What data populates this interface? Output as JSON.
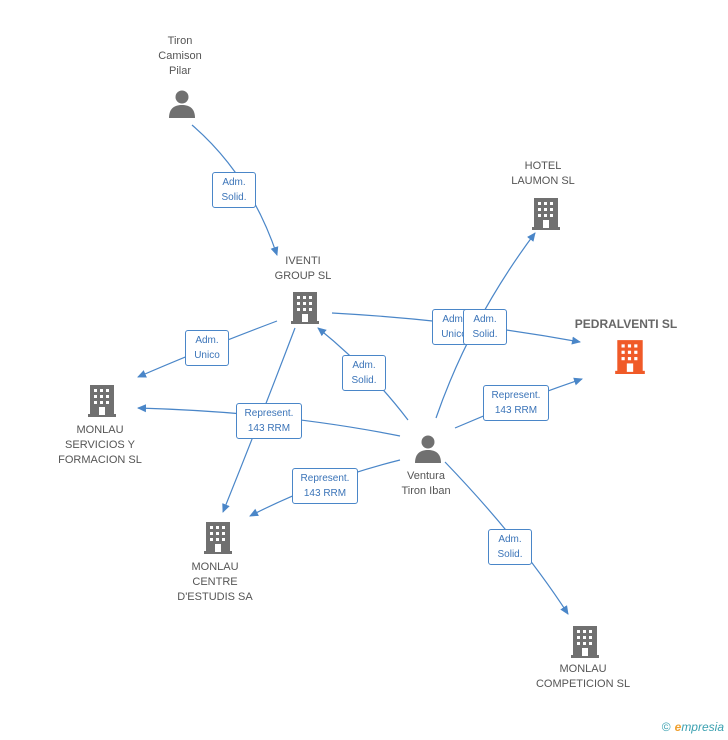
{
  "colors": {
    "edge": "#4a86c8",
    "node": "#707070",
    "focus": "#f05a28"
  },
  "nodes": {
    "tiron": {
      "lines": [
        "Tiron",
        "Camison",
        "Pilar"
      ]
    },
    "iventi": {
      "lines": [
        "IVENTI",
        "GROUP  SL"
      ]
    },
    "hotel": {
      "lines": [
        "HOTEL",
        "LAUMON SL"
      ]
    },
    "pedral": {
      "lines": [
        "PEDRALVENTI SL"
      ]
    },
    "monlau_s": {
      "lines": [
        "MONLAU",
        "SERVICIOS Y",
        "FORMACION SL"
      ]
    },
    "ventura": {
      "lines": [
        "Ventura",
        "Tiron Iban"
      ]
    },
    "monlau_c": {
      "lines": [
        "MONLAU",
        "CENTRE",
        "D'ESTUDIS SA"
      ]
    },
    "monlau_comp": {
      "lines": [
        "MONLAU",
        "COMPETICION SL"
      ]
    }
  },
  "edge_labels": {
    "tiron_iventi": [
      "Adm.",
      "Solid."
    ],
    "iventi_monlau": [
      "Adm.",
      "Unico"
    ],
    "iventi_pedral": [
      "Adm.",
      "Unico"
    ],
    "ventura_hotel": [
      "Adm.",
      "Solid."
    ],
    "ventura_iventi": [
      "Adm.",
      "Solid."
    ],
    "ventura_pedral": [
      "Represent.",
      "143 RRM"
    ],
    "ventura_monlau_s": [
      "Represent.",
      "143 RRM"
    ],
    "ventura_monlau_c": [
      "Represent.",
      "143 RRM"
    ],
    "ventura_comp": [
      "Adm.",
      "Solid."
    ]
  },
  "footer": {
    "copyright": "©",
    "brand_initial": "e",
    "brand_rest": "mpresia"
  }
}
